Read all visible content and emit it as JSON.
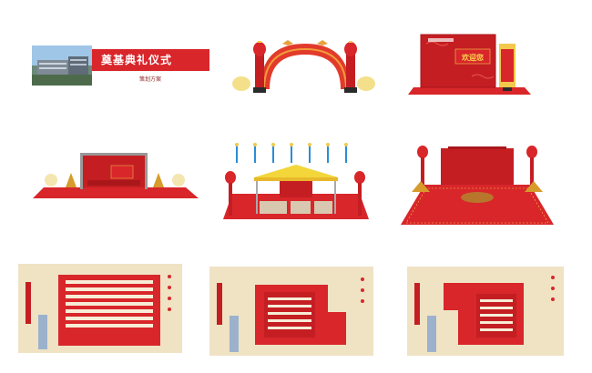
{
  "banner": {
    "title": "奠基典礼仪式",
    "subtitle": "策划方案"
  },
  "backdrop": {
    "welcome_text": "欢迎您"
  },
  "colors": {
    "primary_red": "#d8262a",
    "dark_red": "#a9171b",
    "gold": "#f2c94c",
    "cream": "#f7ecd6",
    "sand": "#efe3c4"
  }
}
